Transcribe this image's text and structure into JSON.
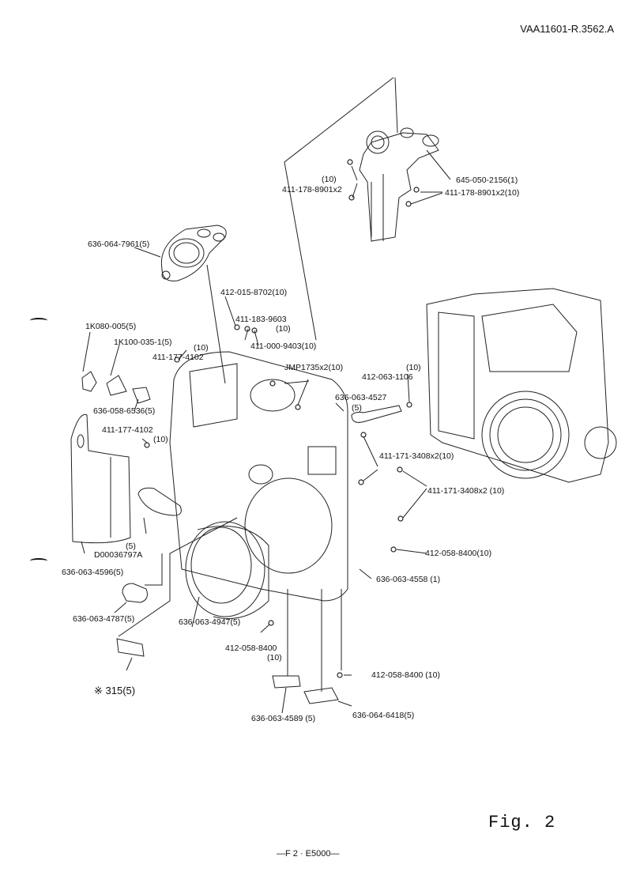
{
  "document": {
    "doc_id": "VAA11601-R.3562.A",
    "figure_label": "Fig. 2",
    "footer": "—F 2 · E5000—"
  },
  "parts": [
    {
      "id": "p1",
      "label": "645-050-2156(1)"
    },
    {
      "id": "p2a",
      "label": "(10)"
    },
    {
      "id": "p2b",
      "label": "411-178-8901x2"
    },
    {
      "id": "p3",
      "label": "411-178-8901x2(10)"
    },
    {
      "id": "p4",
      "label": "636-064-7961(5)"
    },
    {
      "id": "p5",
      "label": "412-015-8702(10)"
    },
    {
      "id": "p6a",
      "label": "411-183-9603"
    },
    {
      "id": "p6b",
      "label": "(10)"
    },
    {
      "id": "p7",
      "label": "411-000-9403(10)"
    },
    {
      "id": "p8",
      "label": "1K080-005(5)"
    },
    {
      "id": "p9",
      "label": "1K100-035-1(5)"
    },
    {
      "id": "p10a",
      "label": "(10)"
    },
    {
      "id": "p10b",
      "label": "411-177-4102"
    },
    {
      "id": "p11",
      "label": "JMP1735x2(10)"
    },
    {
      "id": "p12a",
      "label": "(10)"
    },
    {
      "id": "p12b",
      "label": "412-063-1106"
    },
    {
      "id": "p13a",
      "label": "636-063-4527"
    },
    {
      "id": "p13b",
      "label": "(5)"
    },
    {
      "id": "p14",
      "label": "636-058-6536(5)"
    },
    {
      "id": "p15a",
      "label": "411-177-4102"
    },
    {
      "id": "p15b",
      "label": "(10)"
    },
    {
      "id": "p16",
      "label": "411-171-3408x2(10)"
    },
    {
      "id": "p17",
      "label": "411-171-3408x2 (10)"
    },
    {
      "id": "p18a",
      "label": "(5)"
    },
    {
      "id": "p18b",
      "label": "D00036797A"
    },
    {
      "id": "p19",
      "label": "412-058-8400(10)"
    },
    {
      "id": "p20",
      "label": "636-063-4596(5)"
    },
    {
      "id": "p21",
      "label": "636-063-4558 (1)"
    },
    {
      "id": "p22",
      "label": "636-063-4787(5)"
    },
    {
      "id": "p23",
      "label": "636-063-4947(5)"
    },
    {
      "id": "p24a",
      "label": "412-058-8400"
    },
    {
      "id": "p24b",
      "label": "(10)"
    },
    {
      "id": "p25",
      "label": "412-058-8400 (10)"
    },
    {
      "id": "p26",
      "label": "※ 315(5)"
    },
    {
      "id": "p27",
      "label": "636-063-4589 (5)"
    },
    {
      "id": "p28",
      "label": "636-064-6418(5)"
    }
  ]
}
